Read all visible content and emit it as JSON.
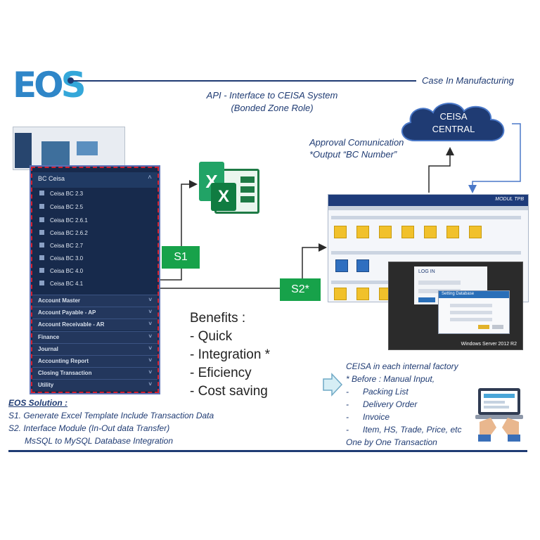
{
  "logo": {
    "text_a": "EO",
    "text_b": "S"
  },
  "header": {
    "right_caption": "Case In Manufacturing"
  },
  "api_caption": {
    "line1": "API - Interface to CEISA System",
    "line2": "(Bonded Zone Role)"
  },
  "cloud": {
    "line1": "CEISA",
    "line2": "CENTRAL"
  },
  "approval": {
    "line1": "Approval Comunication",
    "line2": "*Output “BC Number”"
  },
  "menu_panel": {
    "title": "BC Ceisa",
    "items": [
      "Ceisa BC 2.3",
      "Ceisa BC 2.5",
      "Ceisa BC 2.6.1",
      "Ceisa BC 2.6.2",
      "Ceisa BC 2.7",
      "Ceisa BC 3.0",
      "Ceisa BC 4.0",
      "Ceisa BC 4.1"
    ],
    "sections": [
      "Account Master",
      "Account Payable - AP",
      "Account Receivable - AR",
      "Finance",
      "Journal",
      "Accounting Report",
      "Closing Transaction",
      "Utility"
    ]
  },
  "tags": {
    "s1": "S1",
    "s2": "S2*"
  },
  "app_window": {
    "modul": "MODUL TPB",
    "login": "LOG IN",
    "dialog": "Setting Database",
    "os": "Windows Server 2012 R2"
  },
  "benefits": {
    "title": "Benefits :",
    "items": [
      "- Quick",
      "- Integration *",
      "- Eficiency",
      "- Cost saving"
    ]
  },
  "ceisa_note": {
    "title": "CEISA in each internal factory",
    "before": "* Before : Manual Input,",
    "items": [
      "Packing List",
      "Delivery Order",
      "Invoice",
      "Item, HS, Trade, Price, etc"
    ],
    "footer": "One by One Transaction"
  },
  "eos_solution": {
    "title": "EOS Solution :",
    "s1": "S1. Generate Excel Template Include Transaction Data",
    "s2": "S2. Interface Module (In-Out data Transfer)",
    "s2b": "MsSQL to MySQL Database Integration"
  },
  "colors": {
    "navy": "#1f3b73",
    "green_tag": "#17a24a",
    "cloud": "#1f3b73",
    "excel": "#1e7a45"
  },
  "icons": [
    "excel-icon",
    "cloud-icon",
    "arrow-right-icon",
    "laptop-user-icon",
    "chevron-up-icon",
    "chevron-down-icon"
  ]
}
